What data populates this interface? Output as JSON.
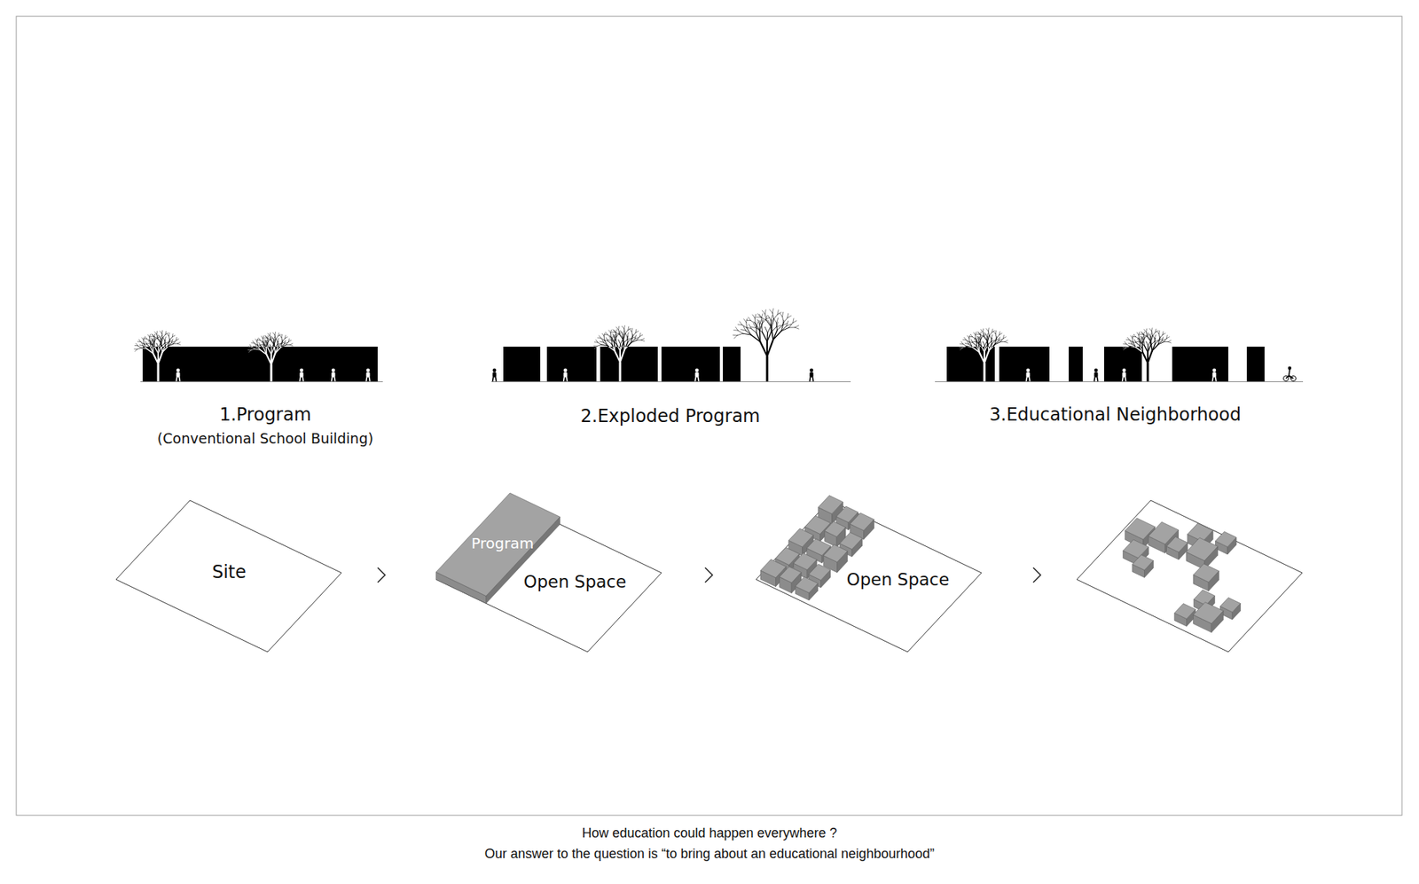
{
  "diagram": {
    "nodes": [
      {
        "text": [
          "Site"
        ]
      },
      {
        "text": [
          "Open Space"
        ]
      },
      {
        "text": [
          "Program"
        ],
        "in": 1
      },
      {
        "text": [
          "Open Space"
        ]
      }
    ],
    "labels": [
      "1.Program",
      "(Conventional School Building)",
      "2.Exploded Program",
      "3.Educational Neighborhood",
      "How education could happen everywhere ?",
      "Our answer to the question is “to bring about an educational neighbourhood”"
    ]
  }
}
